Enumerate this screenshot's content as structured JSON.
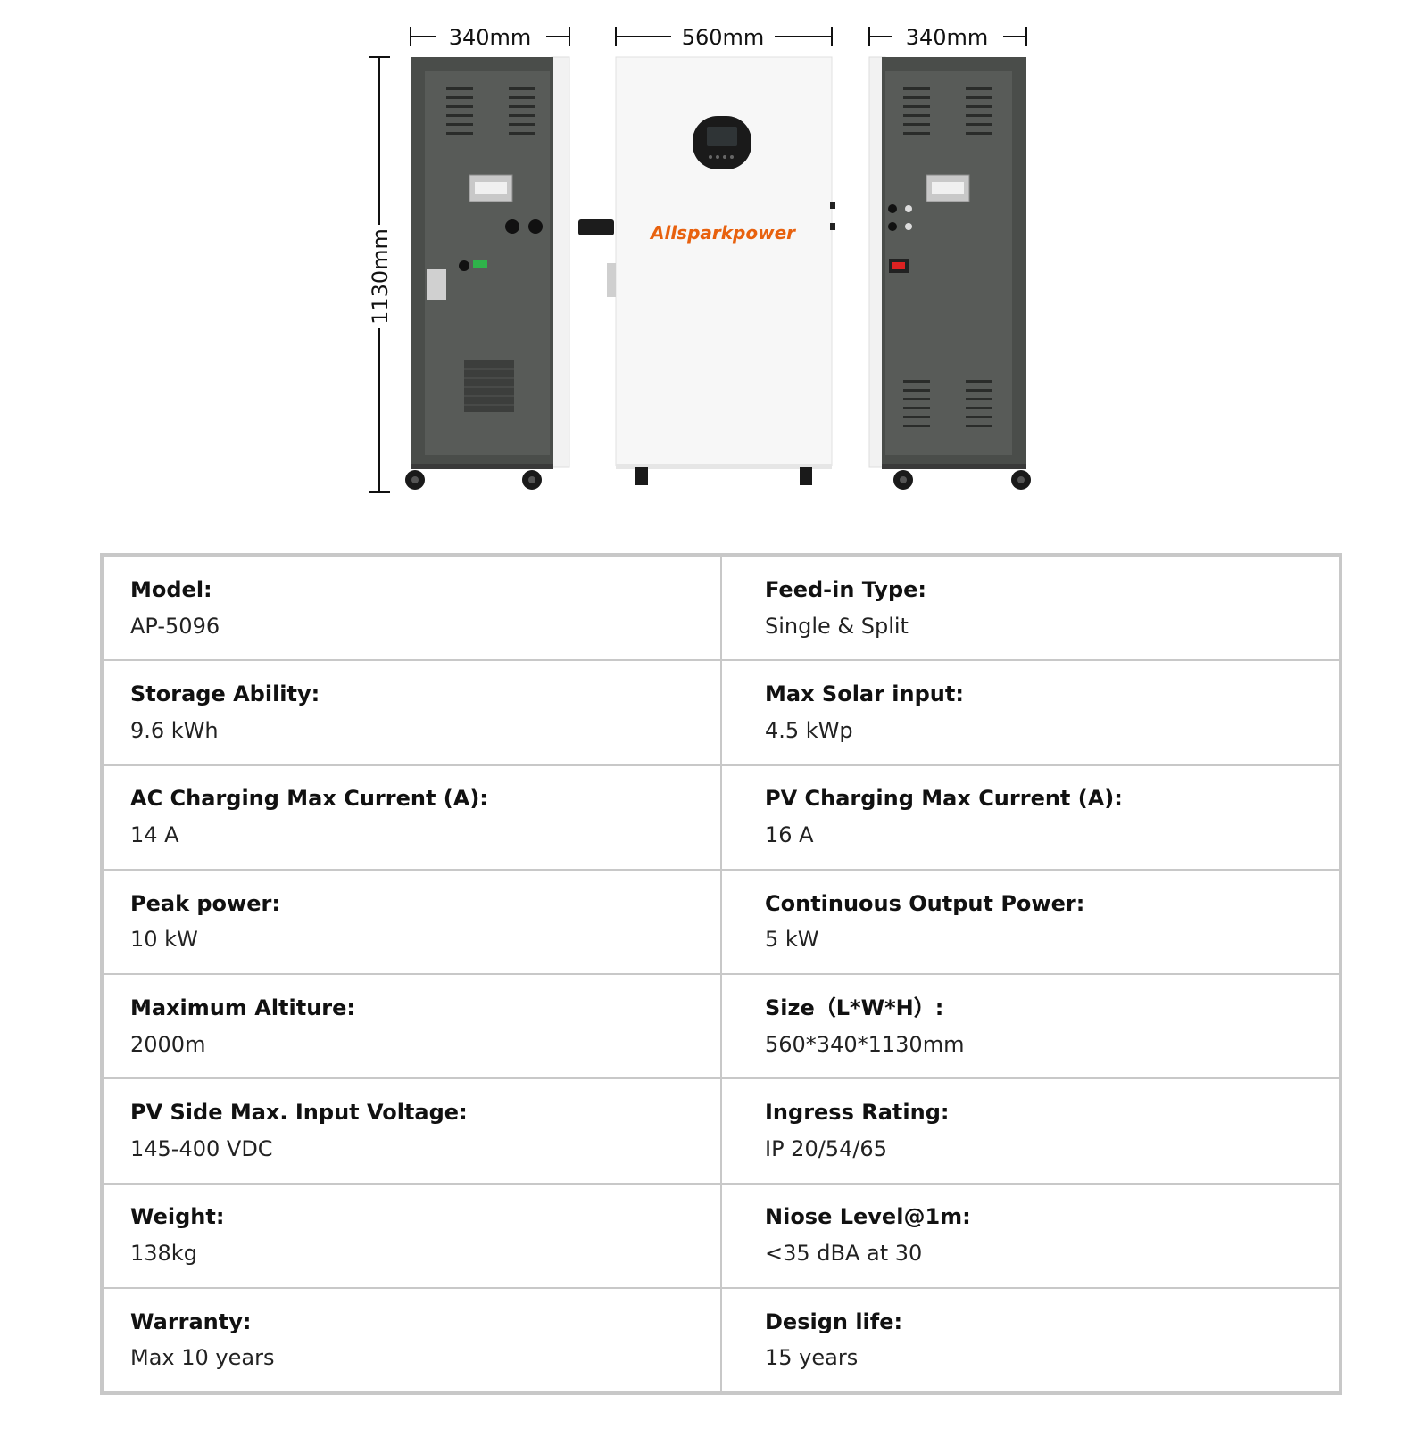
{
  "dimensions": {
    "left_width": "340mm",
    "center_width": "560mm",
    "right_width": "340mm",
    "height": "1130mm"
  },
  "brand": {
    "logo_text": "Allsparkpower",
    "logo_color": "#e8610e"
  },
  "colors": {
    "cabinet_dark": "#4a4d4a",
    "cabinet_white": "#f7f7f7",
    "table_border": "#c8c8c8"
  },
  "specs": [
    [
      {
        "label": "Model:",
        "value": "AP-5096"
      },
      {
        "label": "Feed-in Type:",
        "value": "Single & Split"
      }
    ],
    [
      {
        "label": "Storage Ability:",
        "value": "9.6 kWh"
      },
      {
        "label": "Max Solar input:",
        "value": "4.5 kWp"
      }
    ],
    [
      {
        "label": "AC Charging Max Current (A):",
        "value": "14 A"
      },
      {
        "label": "PV Charging Max Current (A):",
        "value": "16 A"
      }
    ],
    [
      {
        "label": "Peak power:",
        "value": "10 kW"
      },
      {
        "label": "Continuous Output Power:",
        "value": "5 kW"
      }
    ],
    [
      {
        "label": "Maximum Altiture:",
        "value": "2000m"
      },
      {
        "label": "Size（L*W*H）:",
        "value": "560*340*1130mm"
      }
    ],
    [
      {
        "label": "PV Side Max. Input Voltage:",
        "value": "145-400 VDC"
      },
      {
        "label": "Ingress Rating:",
        "value": "IP 20/54/65"
      }
    ],
    [
      {
        "label": "Weight:",
        "value": "138kg"
      },
      {
        "label": "Niose Level@1m:",
        "value": "<35 dBA at 30"
      }
    ],
    [
      {
        "label": "Warranty:",
        "value": "Max 10 years"
      },
      {
        "label": "Design life:",
        "value": "15 years"
      }
    ]
  ]
}
